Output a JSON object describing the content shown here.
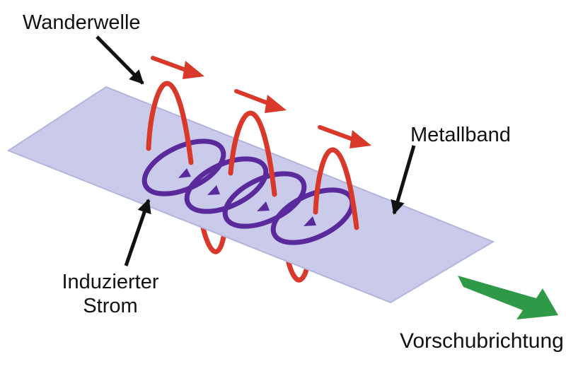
{
  "labels": {
    "traveling_wave": "Wanderwelle",
    "metal_strip": "Metallband",
    "induced_current_line1": "Induzierter",
    "induced_current_line2": "Strom",
    "feed_direction": "Vorschubrichtung"
  },
  "colors": {
    "strip_fill": "#cacbeb",
    "strip_edge": "#b4b5dc",
    "wave": "#d8392b",
    "current_loop": "#5a2a9c",
    "feed_arrow": "#2e9a48",
    "pointer": "#111111"
  }
}
